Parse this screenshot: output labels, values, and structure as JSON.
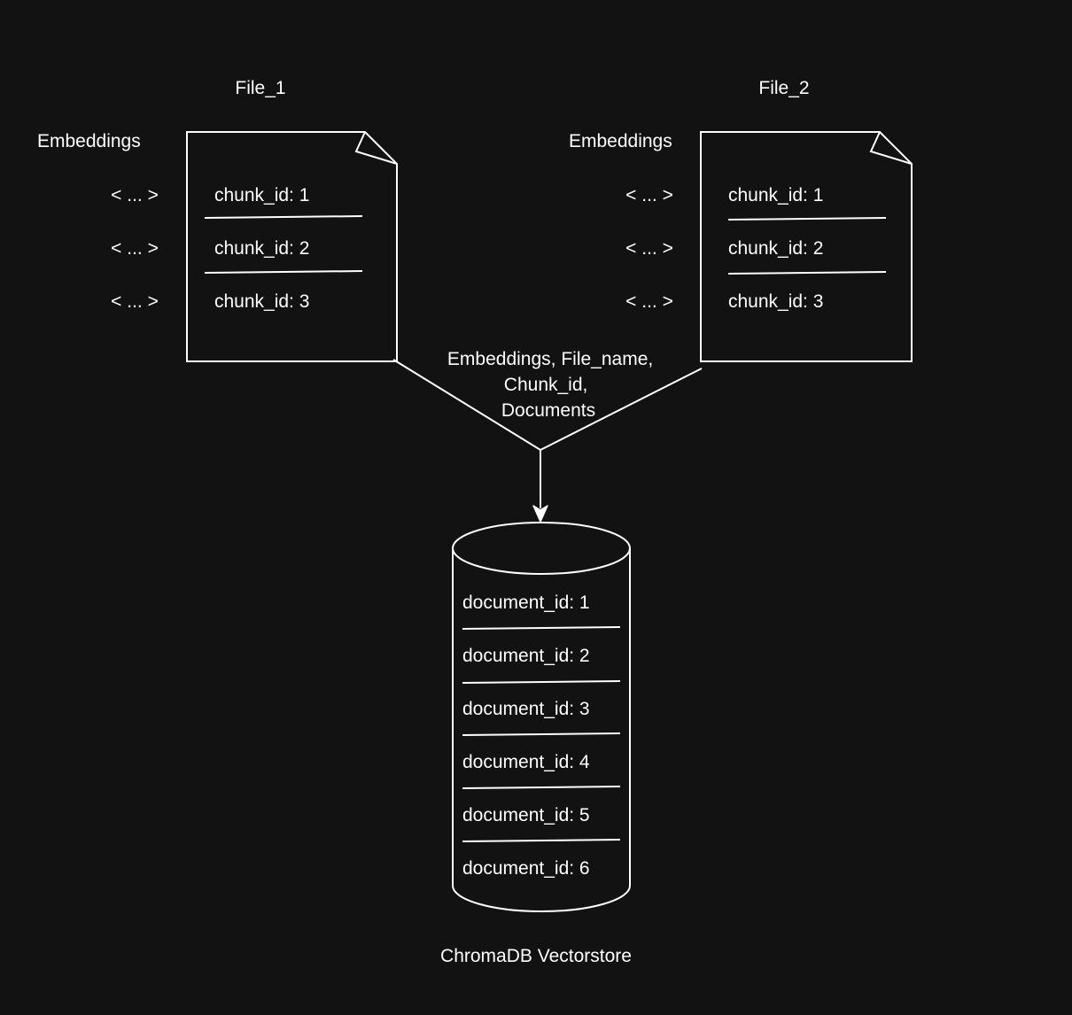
{
  "files": [
    {
      "name": "File_1",
      "embeddings_label": "Embeddings",
      "chunks": [
        {
          "embedding": "< ... >",
          "label": "chunk_id: 1"
        },
        {
          "embedding": "< ... >",
          "label": "chunk_id: 2"
        },
        {
          "embedding": "< ... >",
          "label": "chunk_id: 3"
        }
      ]
    },
    {
      "name": "File_2",
      "embeddings_label": "Embeddings",
      "chunks": [
        {
          "embedding": "< ... >",
          "label": "chunk_id: 1"
        },
        {
          "embedding": "< ... >",
          "label": "chunk_id: 2"
        },
        {
          "embedding": "< ... >",
          "label": "chunk_id: 3"
        }
      ]
    }
  ],
  "flow_label": [
    "Embeddings, File_name,",
    "Chunk_id,",
    "Documents"
  ],
  "vectorstore": {
    "name": "ChromaDB Vectorstore",
    "documents": [
      "document_id: 1",
      "document_id: 2",
      "document_id: 3",
      "document_id: 4",
      "document_id: 5",
      "document_id: 6"
    ]
  },
  "colors": {
    "background": "#121212",
    "stroke": "#ffffff",
    "text": "#ffffff"
  }
}
